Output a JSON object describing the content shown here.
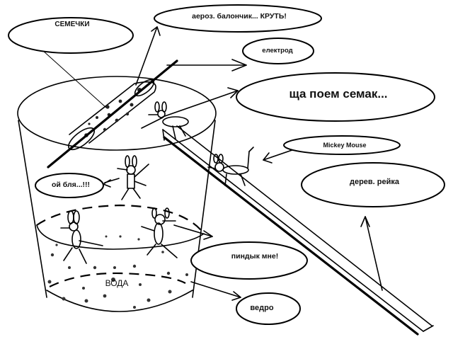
{
  "diagram": {
    "title": "",
    "labels": {
      "seeds": "СЕМЕЧКИ",
      "spray_can": "аероз. балончик... КРУТЬ!",
      "electrode": "електрод",
      "mouse_thought": "ща поем семак...",
      "mickey": "Mickey Mouse",
      "wooden_plank": "дерев. рейка",
      "falling_mouse": "ой бля...!!!",
      "drowning": "пиндык мне!",
      "bucket": "ведро",
      "water": "ВОДА"
    },
    "colors": {
      "ink": "#000000",
      "background": "#ffffff"
    }
  }
}
